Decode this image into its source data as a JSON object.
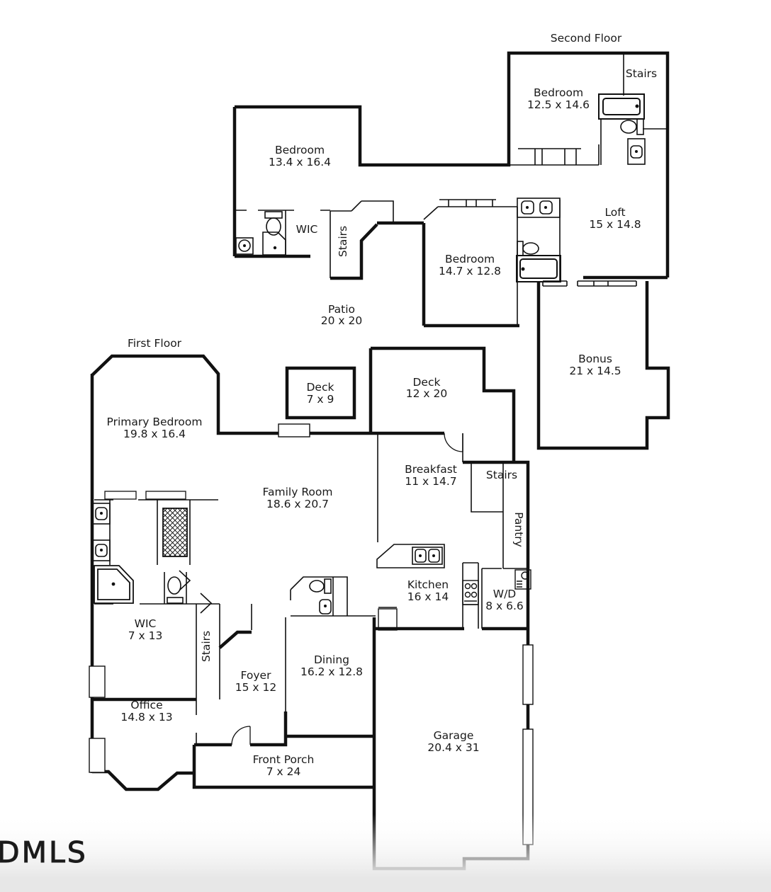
{
  "watermark": "DMLS",
  "colors": {
    "wall": "#111111",
    "label_text": "#1a1a1a",
    "footer_gray": "#e7e7e7",
    "background": "#ffffff"
  },
  "floors": {
    "second_title": "Second Floor",
    "first_title": "First Floor"
  },
  "second_floor": {
    "bedroom_right": {
      "name": "Bedroom",
      "dims": "12.5 x 14.6"
    },
    "stairs_top": {
      "name": "Stairs"
    },
    "bedroom_left": {
      "name": "Bedroom",
      "dims": "13.4 x 16.4"
    },
    "wic": {
      "name": "WIC"
    },
    "stairs_mid": {
      "name": "Stairs"
    },
    "bedroom_mid": {
      "name": "Bedroom",
      "dims": "14.7 x 12.8"
    },
    "loft": {
      "name": "Loft",
      "dims": "15 x 14.8"
    },
    "bonus": {
      "name": "Bonus",
      "dims": "21 x 14.5"
    }
  },
  "first_floor": {
    "patio": {
      "name": "Patio",
      "dims": "20 x 20"
    },
    "primary_bedroom": {
      "name": "Primary Bedroom",
      "dims": "19.8 x 16.4"
    },
    "deck_small": {
      "name": "Deck",
      "dims": "7 x 9"
    },
    "deck_large": {
      "name": "Deck",
      "dims": "12 x 20"
    },
    "family_room": {
      "name": "Family Room",
      "dims": "18.6 x 20.7"
    },
    "breakfast": {
      "name": "Breakfast",
      "dims": "11 x 14.7"
    },
    "stairs_back": {
      "name": "Stairs"
    },
    "pantry": {
      "name": "Pantry"
    },
    "kitchen": {
      "name": "Kitchen",
      "dims": "16 x 14"
    },
    "wd": {
      "name": "W/D",
      "dims": "8 x 6.6"
    },
    "wic": {
      "name": "WIC",
      "dims": "7 x 13"
    },
    "stairs_front": {
      "name": "Stairs"
    },
    "office": {
      "name": "Office",
      "dims": "14.8 x 13"
    },
    "foyer": {
      "name": "Foyer",
      "dims": "15 x 12"
    },
    "dining": {
      "name": "Dining",
      "dims": "16.2 x 12.8"
    },
    "front_porch": {
      "name": "Front Porch",
      "dims": "7 x 24"
    },
    "garage": {
      "name": "Garage",
      "dims": "20.4 x 31"
    }
  }
}
